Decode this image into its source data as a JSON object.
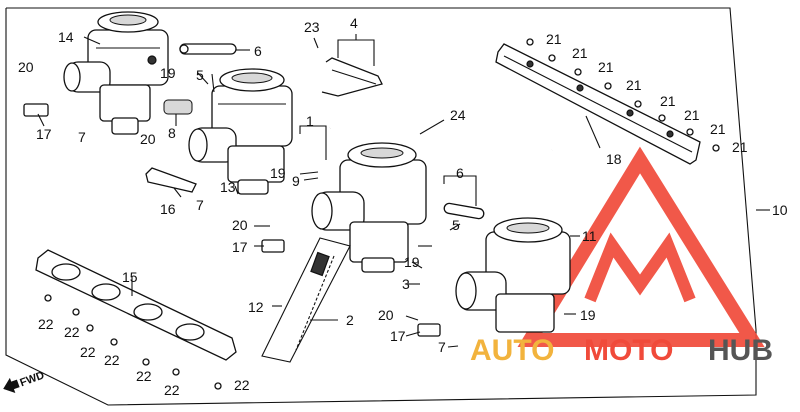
{
  "diagram": {
    "callouts": {
      "c1": "1",
      "c2": "2",
      "c3": "3",
      "c4": "4",
      "c5a": "5",
      "c5b": "5",
      "c6a": "6",
      "c6b": "6",
      "c7a": "7",
      "c7b": "7",
      "c7c": "7",
      "c8": "8",
      "c9": "9",
      "c10": "10",
      "c11": "11",
      "c12": "12",
      "c13": "13",
      "c14": "14",
      "c15": "15",
      "c16": "16",
      "c17a": "17",
      "c17b": "17",
      "c17c": "17",
      "c18": "18",
      "c19a": "19",
      "c19b": "19",
      "c19c": "19",
      "c19d": "19",
      "c20a": "20",
      "c20b": "20",
      "c20c": "20",
      "c20d": "20",
      "c21a": "21",
      "c21b": "21",
      "c21c": "21",
      "c21d": "21",
      "c21e": "21",
      "c21f": "21",
      "c21g": "21",
      "c21h": "21",
      "c22a": "22",
      "c22b": "22",
      "c22c": "22",
      "c22d": "22",
      "c22e": "22",
      "c22f": "22",
      "c22g": "22",
      "c23": "23",
      "c24": "24"
    },
    "fwd_label": "FWD"
  },
  "watermark": {
    "text_a": "AUTO",
    "text_b": "MOTO",
    "text_c": "HUB",
    "color_accent": "#f04a3a",
    "color_gold": "#f2b33d",
    "color_dark": "#555555"
  }
}
